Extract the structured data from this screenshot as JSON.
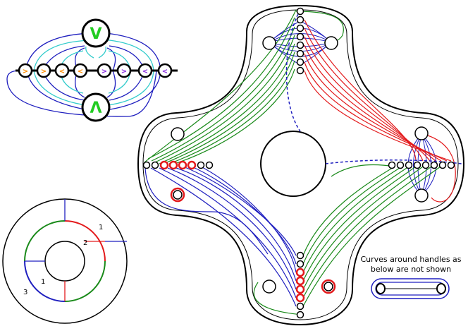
{
  "note": {
    "line1": "Curves around handles as",
    "line2": "below are not shown"
  },
  "annulus": {
    "labels": [
      "1",
      "2",
      "1",
      "3"
    ]
  },
  "graph": {
    "top_symbol": "V",
    "bottom_symbol": "Λ",
    "chevrons": [
      ">",
      ">",
      "<",
      "<",
      ">",
      ">",
      "<",
      "<"
    ]
  },
  "colors": {
    "red": "#e31a1c",
    "green": "#1a8a1a",
    "blue": "#1f1fbf",
    "cyan": "#33cccc",
    "purple": "#8a2be2",
    "orange": "#ff8c00",
    "symbol_green": "#22cc22"
  }
}
